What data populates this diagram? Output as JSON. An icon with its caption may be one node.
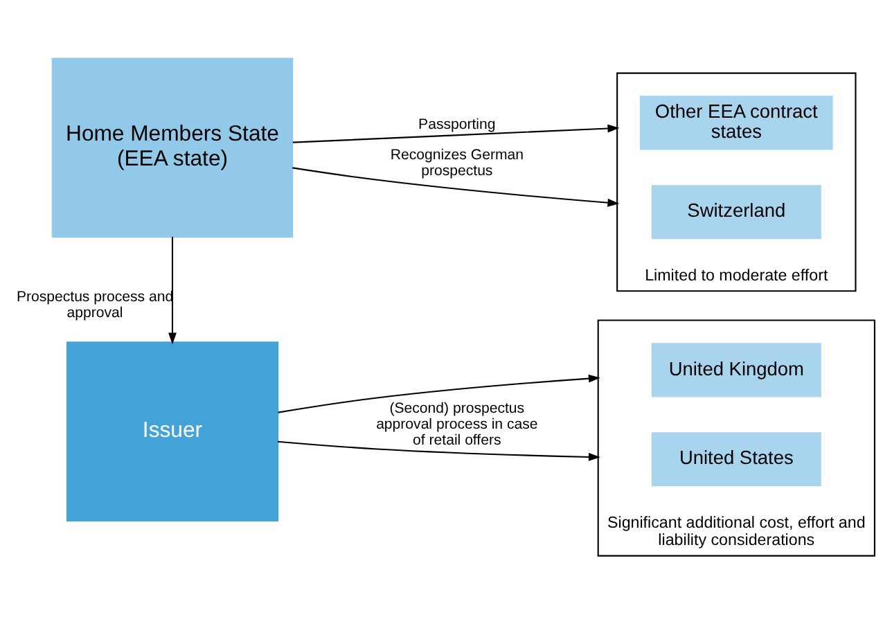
{
  "diagram": {
    "nodes": [
      {
        "text": [
          "Home Members State (EEA state)"
        ]
      },
      {
        "text": [],
        "shape": "box",
        "beside": [
          "Limited to moderate effort"
        ]
      },
      {
        "text": [
          "Other EEA contract states"
        ],
        "in": 1
      },
      {
        "text": [
          "Switzerland"
        ],
        "in": 1
      },
      {
        "text": [
          "Issuer"
        ]
      },
      {
        "text": [],
        "shape": "box",
        "beside": [
          "Significant additional cost, effort and liability considerations"
        ]
      },
      {
        "text": [
          "United Kingdom"
        ],
        "in": 5
      },
      {
        "text": [
          "United States"
        ],
        "in": 5
      }
    ],
    "edges": [
      {
        "from": 0,
        "to": 1,
        "arrow": "to",
        "label": "Passporting"
      },
      {
        "from": 0,
        "to": 1,
        "arrow": "to",
        "label": "Recognizes German prospectus"
      },
      {
        "from": 0,
        "to": 4,
        "arrow": "to",
        "label": "Prospectus process and approval"
      },
      {
        "from": 4,
        "to": 5,
        "arrow": "to"
      },
      {
        "from": 4,
        "to": 5,
        "arrow": "to",
        "label": "(Second) prospectus approval process in case of retail offers"
      }
    ]
  }
}
